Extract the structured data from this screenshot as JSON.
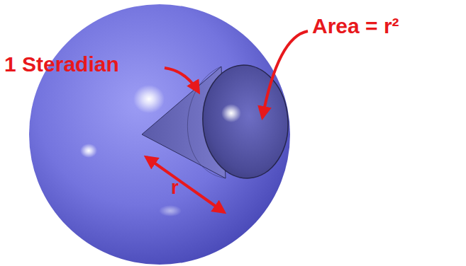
{
  "diagram": {
    "labels": [
      "1 Steradian",
      "Area = r²",
      "r"
    ]
  }
}
